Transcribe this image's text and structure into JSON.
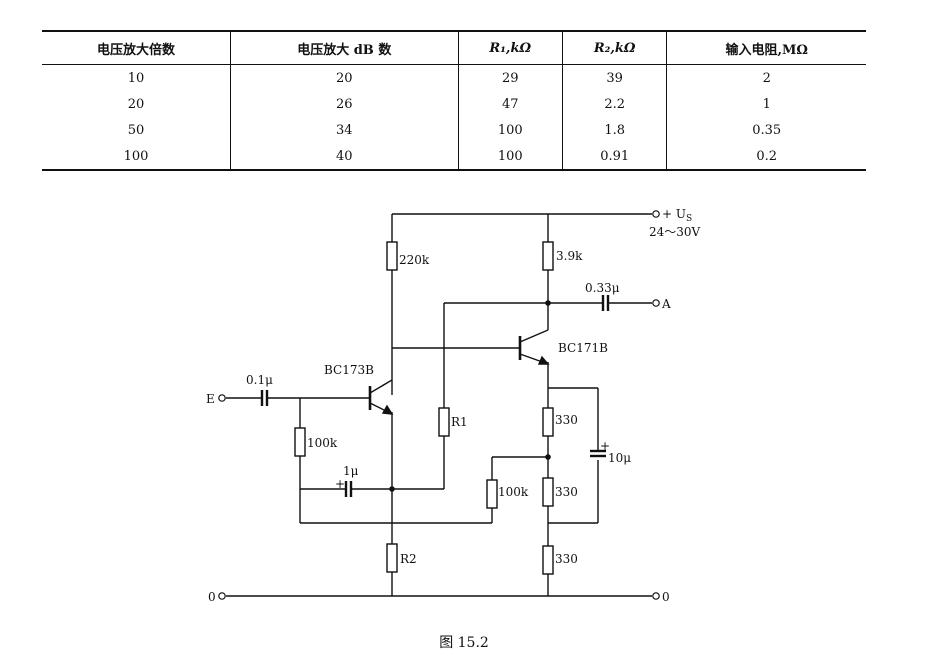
{
  "table": {
    "headers": [
      "电压放大倍数",
      "电压放大 dB 数",
      "R₁,kΩ",
      "R₂,kΩ",
      "输入电阻,MΩ"
    ],
    "rows": [
      [
        "10",
        "20",
        "29",
        "39",
        "2"
      ],
      [
        "20",
        "26",
        "47",
        "2.2",
        "1"
      ],
      [
        "50",
        "34",
        "100",
        "1.8",
        "0.35"
      ],
      [
        "100",
        "40",
        "100",
        "0.91",
        "0.2"
      ]
    ]
  },
  "circuit": {
    "supply_label": "+ U",
    "supply_sub": "S",
    "supply_range": "24～30V",
    "output_label": "A",
    "input_label": "E",
    "ground_left": "0",
    "ground_right": "0",
    "components": {
      "r_220k": "220k",
      "r_3_9k": "3.9k",
      "c_0_33u": "0.33μ",
      "t2": "BC171B",
      "t1": "BC173B",
      "c_0_1u": "0.1μ",
      "r1": "R1",
      "r_100k_left": "100k",
      "c_1u": "1μ",
      "c_plus_1u": "+",
      "r_330_top": "330",
      "c_10u": "10μ",
      "c_plus_10u": "+",
      "r_100k_pot": "100k",
      "r_330_mid": "330",
      "r2": "R2",
      "r_330_bot": "330"
    }
  },
  "caption": "图 15.2"
}
